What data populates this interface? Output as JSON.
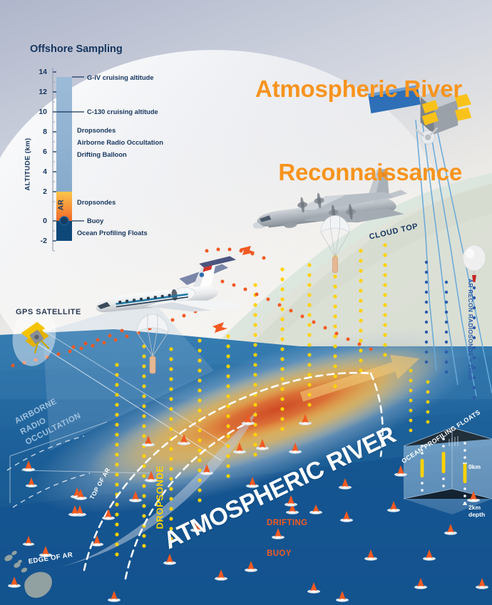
{
  "title": {
    "line1": "Atmospheric River",
    "line2": "Reconnaissance",
    "color": "#F7941E"
  },
  "legend": {
    "heading": "Offshore Sampling",
    "axis_label": "ALTITUDE (km)",
    "axis_ticks": [
      "14",
      "12",
      "10",
      "8",
      "6",
      "4",
      "2",
      "0",
      "-2"
    ],
    "ar_band_text": "AR",
    "annotations": [
      {
        "text": "G-IV cruising altitude",
        "altitude_km": 13
      },
      {
        "text": "C-130 cruising altitude",
        "altitude_km": 10
      },
      {
        "text": "Dropsondes",
        "altitude_km": 8
      },
      {
        "text": "Airborne Radio Occultation",
        "altitude_km": 7
      },
      {
        "text": "Drifting Balloon",
        "altitude_km": 6
      },
      {
        "text": "Dropsondes",
        "altitude_km": 1.8
      },
      {
        "text": "Buoy",
        "altitude_km": 0
      },
      {
        "text": "Ocean Profiling Floats",
        "altitude_km": -0.9
      }
    ],
    "colors": {
      "upper_atmosphere": "#8FB2D4",
      "ar_band_top": "#FBC34A",
      "ar_band_bottom": "#F15A22",
      "ocean": "#15528C",
      "text": "#16355E"
    }
  },
  "scene": {
    "labels": {
      "gps_satellite": "GPS SATELLITE",
      "cloud_top": "CLOUD TOP",
      "airborne_radio_occultation": "AIRBORNE\nRADIO\nOCCULTATION",
      "edge_of_ar": "EDGE OF AR",
      "top_of_ar": "TOP OF AR",
      "atmospheric_river": "ATMOSPHERIC RIVER",
      "dropsonde": "DROPSONDE",
      "drifting_buoy_line1": "DRIFTING",
      "drifting_buoy_line2": "BUOY",
      "ocean_profiling_floats": "OCEAN PROFILING FLOATS",
      "depth_top": "0km",
      "depth_bottom": "2km\ndepth",
      "ar_recon_radiosonde": "AR RECON RADIOSONDE ≈ 20km"
    },
    "colors": {
      "sky_top": "#B9BFD2",
      "sky_bottom": "#F3F2F0",
      "ocean_deep": "#14548F",
      "ocean_mid": "#2D6FA8",
      "ar_core": "#D9542B",
      "ar_mid": "#E8A13C",
      "ar_outer": "#A8BDD4",
      "dropsonde_dots": "#FFD200",
      "radio_occultation_dots": "#F15A22",
      "radiosonde_dots": "#2C5BA8",
      "gps_beam": "#5FA8DC",
      "buoy": "#F15A22"
    },
    "icons": {
      "satellite": "satellite-icon",
      "gps_satellite": "gps-satellite-icon",
      "c130": "c130-aircraft-icon",
      "g4": "g-iv-jet-icon",
      "parachute": "parachute-icon",
      "buoy": "drifting-buoy-icon",
      "balloon": "weather-balloon-icon",
      "float": "ocean-profiling-float-icon",
      "hawaii": "hawaii-islands-icon"
    }
  }
}
